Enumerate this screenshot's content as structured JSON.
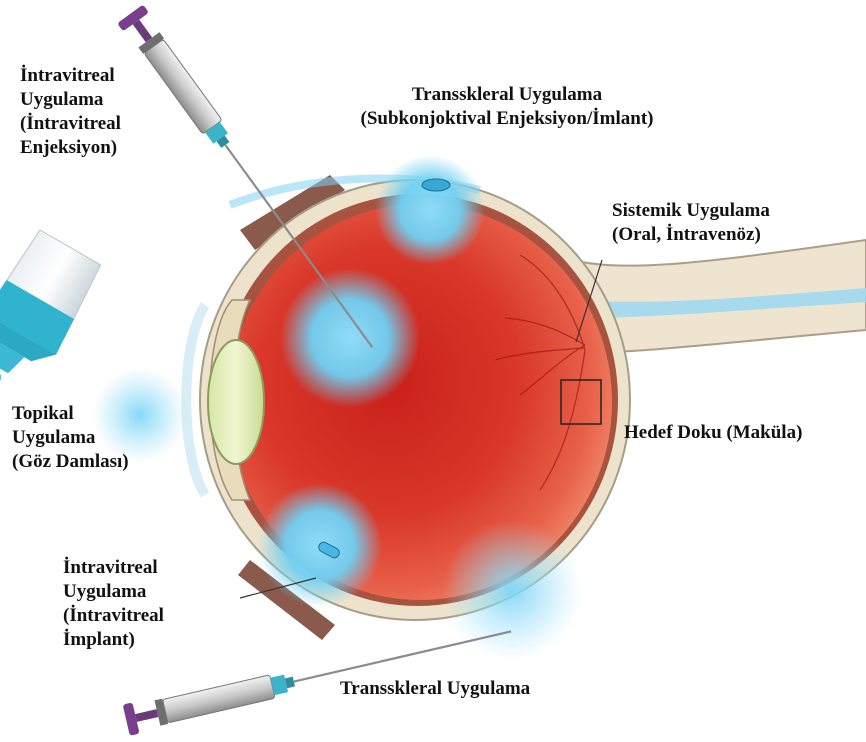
{
  "labels": {
    "intravitreal_injection": [
      "İntravitreal",
      "Uygulama",
      "(İntravitreal",
      "Enjeksiyon)"
    ],
    "transscleral_top": [
      "Transskleral Uygulama",
      "(Subkonjoktival Enjeksiyon/İmlant)"
    ],
    "systemic": [
      "Sistemik Uygulama",
      "(Oral, İntravenöz)"
    ],
    "topical": [
      "Topikal",
      "Uygulama",
      "(Göz Damlası)"
    ],
    "target_tissue": "Hedef Doku  (Maküla)",
    "intravitreal_implant": [
      "İntravitreal",
      "Uygulama",
      "(İntravitreal",
      "İmplant)"
    ],
    "transscleral_bottom": "Transskleral Uygulama"
  },
  "colors": {
    "retina_red": "#d42a1e",
    "drug_blue": "#5cc8f0",
    "sclera": "#efe6d0",
    "syringe_plunger": "#7a3f8c",
    "syringe_hub": "#3bb3c8"
  }
}
